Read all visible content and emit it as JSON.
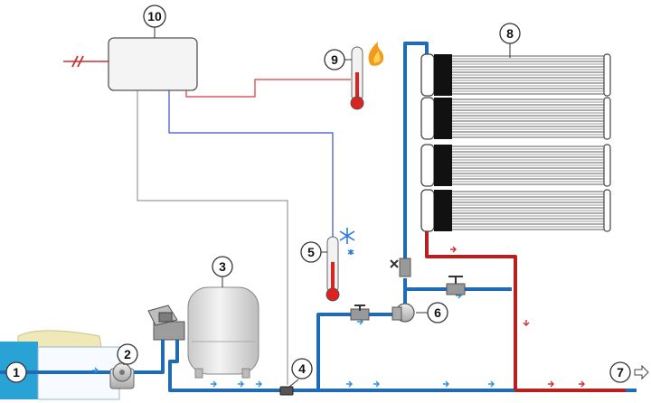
{
  "callouts": [
    {
      "id": "1",
      "label": "1"
    },
    {
      "id": "2",
      "label": "2"
    },
    {
      "id": "3",
      "label": "3"
    },
    {
      "id": "4",
      "label": "4"
    },
    {
      "id": "5",
      "label": "5"
    },
    {
      "id": "6",
      "label": "6"
    },
    {
      "id": "7",
      "label": "7"
    },
    {
      "id": "8",
      "label": "8"
    },
    {
      "id": "9",
      "label": "9"
    },
    {
      "id": "10",
      "label": "10"
    }
  ],
  "colors": {
    "cold_pipe": "#1f6bb5",
    "hot_pipe": "#b81f1f",
    "sensor_wire_hot": "#d33a3a",
    "sensor_wire_cold": "#3a4fd0",
    "control_wire": "#9a9a9a",
    "pool_water": "#29a3d6",
    "flow_arrow_cold": "#2d8fe0",
    "flow_arrow_hot": "#d23030",
    "heat_flame": "#f29a1a",
    "snowflake": "#2f78e0"
  },
  "icons": {
    "power_input": "lightning-icon",
    "hot_indicator": "flame-icon",
    "cold_indicator": "snowflake-icon",
    "outlet": "outlet-arrow-icon"
  }
}
